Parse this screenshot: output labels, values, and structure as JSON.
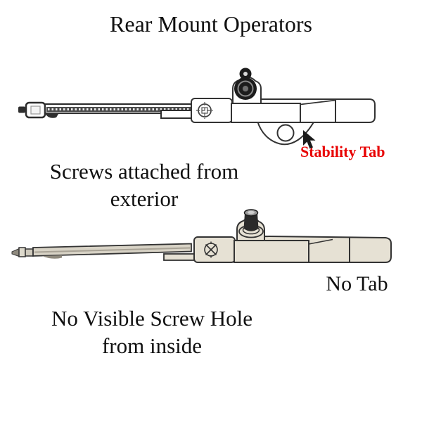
{
  "page": {
    "background": "#ffffff",
    "text_color": "#111111",
    "line_color": "#333333"
  },
  "title": "Rear Mount Operators",
  "diagram": {
    "operator_with_tab": {
      "caption_line1": "Screws attached from",
      "caption_line2": "exterior",
      "callout_label": "Stability Tab",
      "callout_color": "#e80000",
      "body_fill": "#ffffff"
    },
    "operator_without_tab": {
      "caption_line1": "No Visible Screw Hole",
      "caption_line2": "from inside",
      "label": "No Tab",
      "body_fill": "#e6e1d4"
    }
  }
}
